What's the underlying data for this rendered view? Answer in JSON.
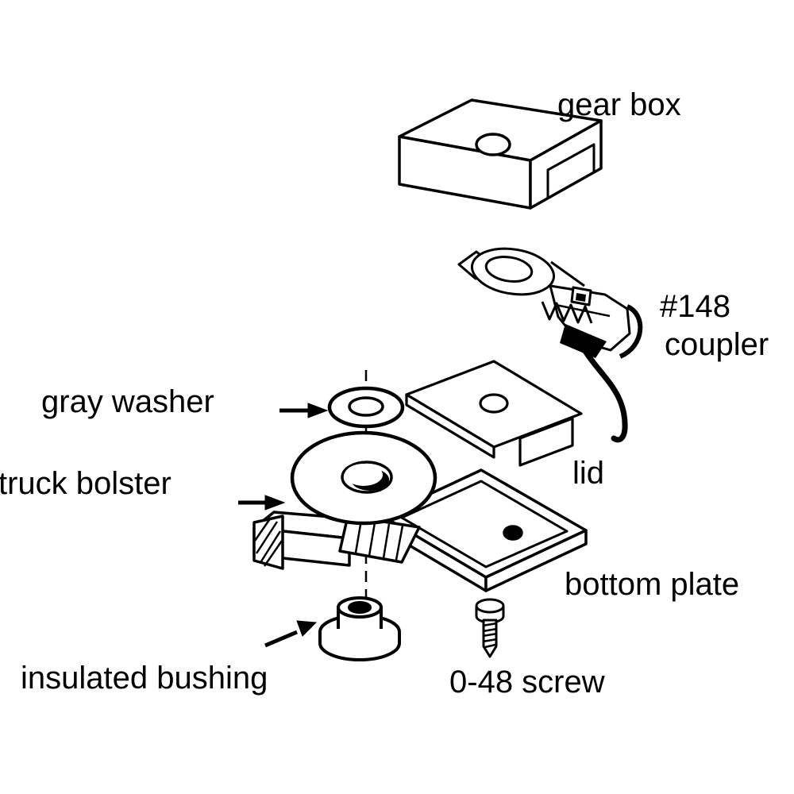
{
  "colors": {
    "background": "#ffffff",
    "line": "#000000"
  },
  "labels": {
    "gear_box": "gear box",
    "coupler_number": "#148",
    "coupler_name": "coupler",
    "gray_washer": "gray washer",
    "lid": "lid",
    "truck_bolster": "truck bolster",
    "bottom_plate": "bottom plate",
    "insulated_bushing": "insulated bushing",
    "screw": "0-48 screw"
  }
}
